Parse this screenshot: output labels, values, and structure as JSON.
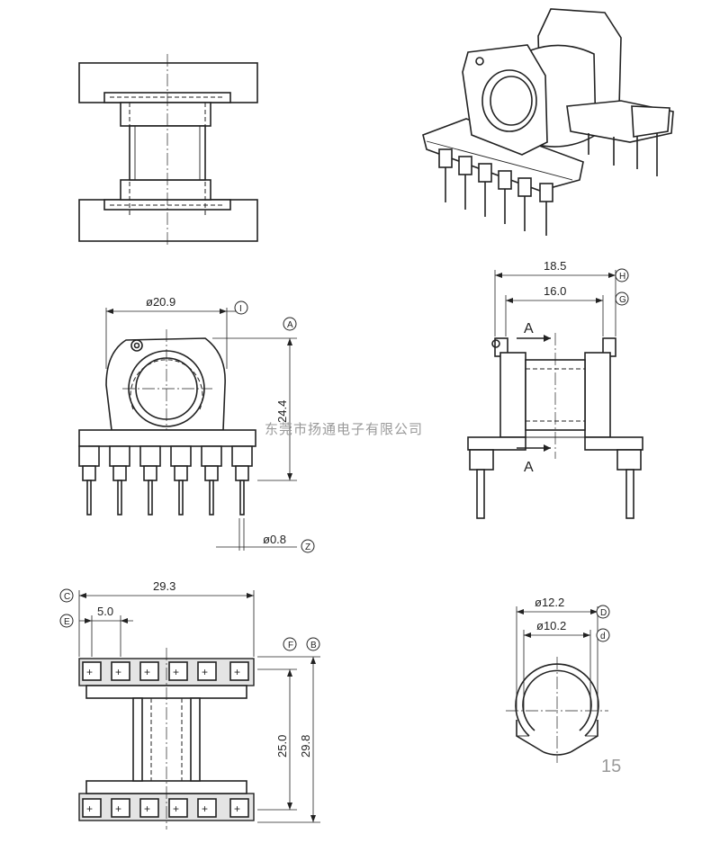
{
  "dimensions": {
    "d_20_9": "ø20.9",
    "h_24_4": "24.4",
    "d_0_8": "ø0.8",
    "w_18_5": "18.5",
    "w_16_0": "16.0",
    "w_29_3": "29.3",
    "w_5_0": "5.0",
    "h_25_0": "25.0",
    "h_29_8": "29.8",
    "d_12_2": "ø12.2",
    "d_10_2": "ø10.2"
  },
  "labels": {
    "I": "I",
    "A": "A",
    "Z": "Z",
    "H": "H",
    "G": "G",
    "C": "C",
    "E": "E",
    "F": "F",
    "B": "B",
    "D": "D",
    "d": "d"
  },
  "section_marks": {
    "top": "A",
    "bottom": "A"
  },
  "watermark": "东莞市扬通电子有限公司",
  "page_number": "15"
}
